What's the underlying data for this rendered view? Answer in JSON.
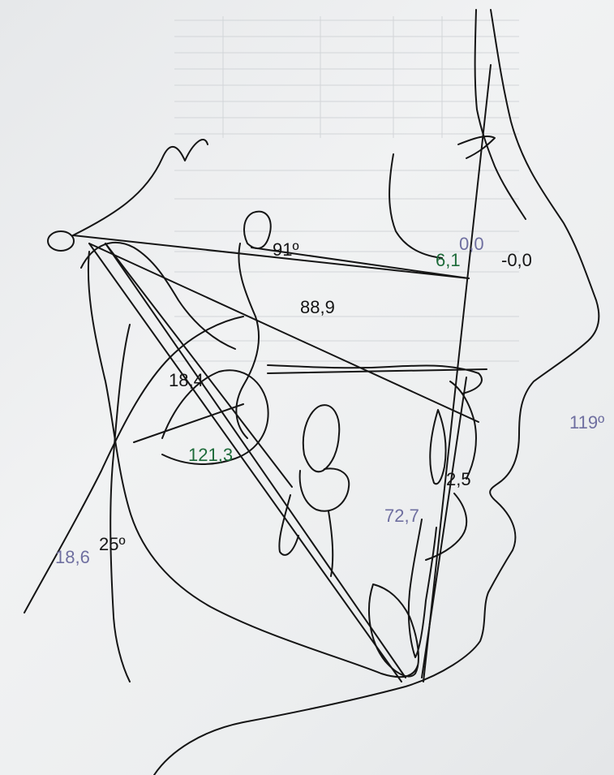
{
  "measurements": [
    {
      "id": "91deg",
      "text": "91º",
      "color": "black"
    },
    {
      "id": "0_0a",
      "text": "0,0",
      "color": "blue"
    },
    {
      "id": "0_0b",
      "text": "-0,0",
      "color": "black"
    },
    {
      "id": "6_1",
      "text": "6,1",
      "color": "green"
    },
    {
      "id": "88_9",
      "text": "88,9",
      "color": "black"
    },
    {
      "id": "18_4",
      "text": "18,4",
      "color": "black"
    },
    {
      "id": "121_3",
      "text": "121,3",
      "color": "green"
    },
    {
      "id": "119deg",
      "text": "119º",
      "color": "blue"
    },
    {
      "id": "2_5",
      "text": "2,5",
      "color": "black"
    },
    {
      "id": "72_7",
      "text": "72,7",
      "color": "blue"
    },
    {
      "id": "18_6",
      "text": "18,6",
      "color": "blue"
    },
    {
      "id": "25deg",
      "text": "25º",
      "color": "black"
    }
  ],
  "colors": {
    "ink": "#151515",
    "green": "#1e6b3a",
    "blue": "#6f6fa0",
    "paper": "#eceef0"
  }
}
